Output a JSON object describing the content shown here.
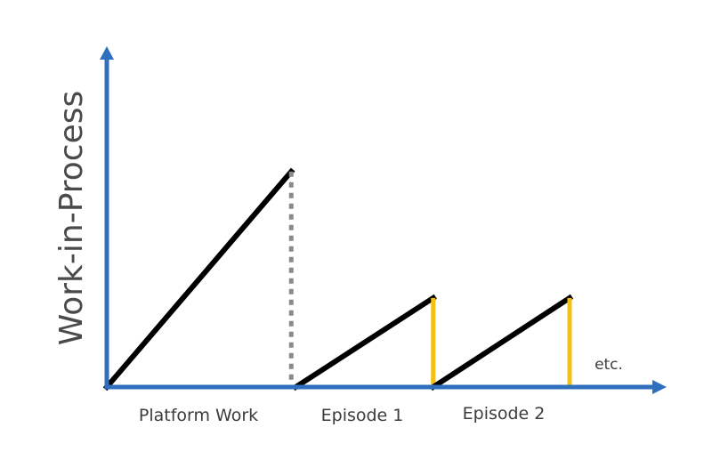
{
  "chart_data": {
    "type": "line",
    "title": "",
    "xlabel": "",
    "ylabel": "Work-in-Process",
    "xlim": [
      0,
      100
    ],
    "ylim": [
      0,
      100
    ],
    "grid": false,
    "legend": "none",
    "axis_color": "#2f6fbd",
    "categories": [
      {
        "label": "Platform Work",
        "x_center": 17
      },
      {
        "label": "Episode 1",
        "x_center": 41.5
      },
      {
        "label": "Episode 2",
        "x_center": 65
      }
    ],
    "series": [
      {
        "name": "platform-work-ramp",
        "style": "solid",
        "color": "#000000",
        "points": [
          [
            0,
            0
          ],
          [
            33,
            63.4
          ]
        ]
      },
      {
        "name": "platform-work-release",
        "style": "dotted",
        "color": "#8a8a8a",
        "points": [
          [
            33,
            63.4
          ],
          [
            33,
            0
          ]
        ]
      },
      {
        "name": "episode-1-ramp",
        "style": "solid",
        "color": "#000000",
        "points": [
          [
            33.8,
            0
          ],
          [
            58.4,
            26.2
          ]
        ]
      },
      {
        "name": "episode-1-release",
        "style": "solid",
        "color": "#f5c012",
        "points": [
          [
            58.4,
            26.2
          ],
          [
            58.4,
            0
          ]
        ]
      },
      {
        "name": "episode-2-ramp",
        "style": "solid",
        "color": "#000000",
        "points": [
          [
            58.4,
            0
          ],
          [
            82.8,
            26.2
          ]
        ]
      },
      {
        "name": "episode-2-release",
        "style": "solid",
        "color": "#f5c012",
        "points": [
          [
            82.8,
            26.2
          ],
          [
            82.8,
            0
          ]
        ]
      }
    ],
    "annotations": [
      {
        "text": "etc.",
        "x": 92,
        "y": 7
      }
    ]
  }
}
